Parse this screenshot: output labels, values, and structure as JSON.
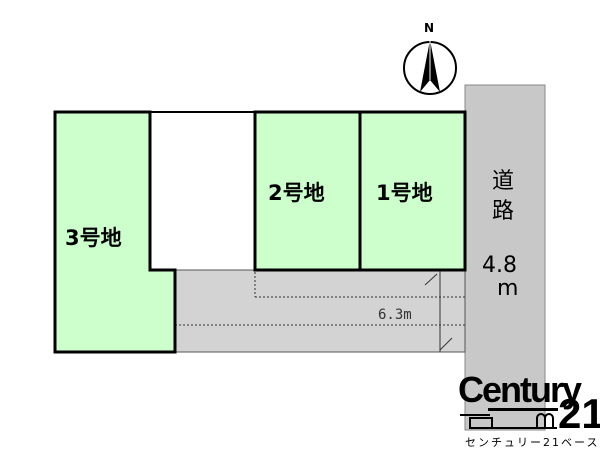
{
  "compass": {
    "label": "N"
  },
  "lots": [
    {
      "label": "3号地",
      "color": "#ccffcc"
    },
    {
      "label": "2号地",
      "color": "#ccffcc"
    },
    {
      "label": "1号地",
      "color": "#ccffcc"
    }
  ],
  "road": {
    "char1": "道",
    "char2": "路",
    "width": "4.8",
    "unit": "m",
    "color": "#c8c8c8"
  },
  "driveway": {
    "width_label": "6.3m",
    "color": "#d3d3d3"
  },
  "logo": {
    "brand": "Century 21",
    "brand_word": "Century",
    "brand_num": "21",
    "branch": "センチュリー21ベース"
  }
}
